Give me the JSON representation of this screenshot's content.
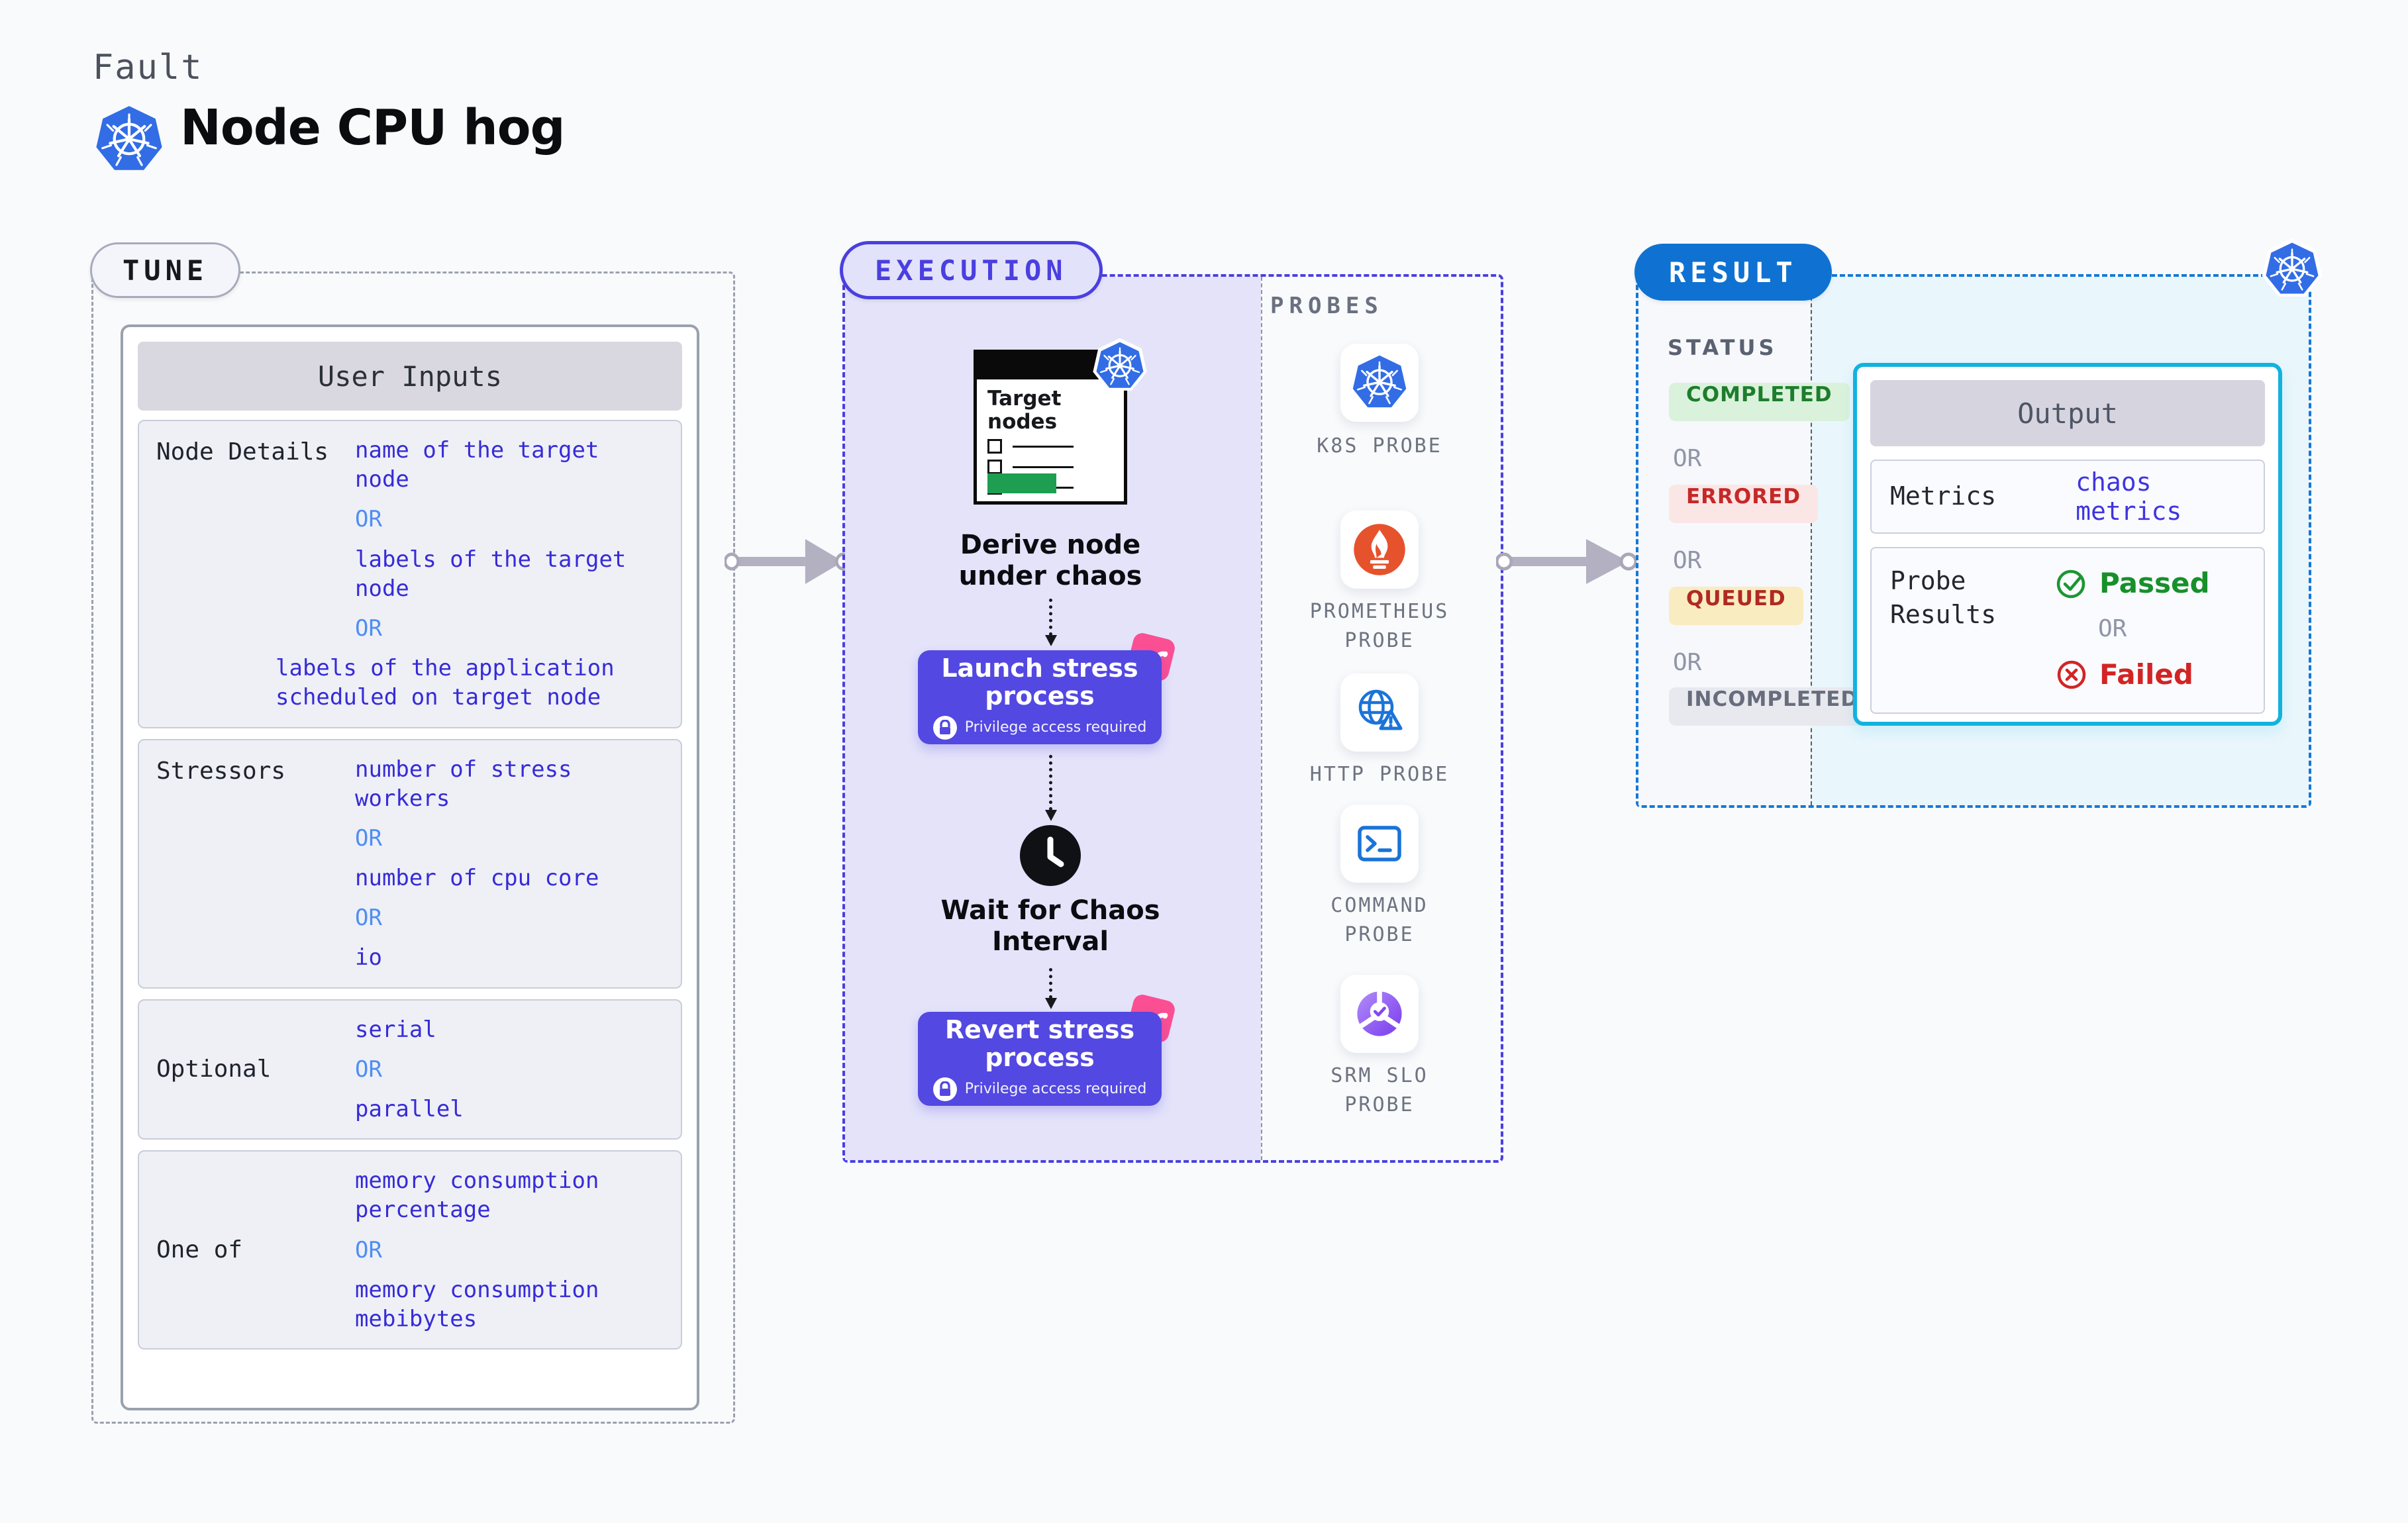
{
  "header": {
    "eyebrow": "Fault",
    "title": "Node CPU hog"
  },
  "tune": {
    "badge": "TUNE",
    "card_title": "User Inputs",
    "rows": [
      {
        "label": "Node Details",
        "values": [
          "name of the target node",
          "OR",
          "labels of the target node",
          "OR",
          "labels of the application scheduled on target node"
        ]
      },
      {
        "label": "Stressors",
        "values": [
          "number of stress workers",
          "OR",
          "number of cpu core",
          "OR",
          "io"
        ]
      },
      {
        "label": "Optional",
        "values": [
          "serial",
          "OR",
          "parallel"
        ]
      },
      {
        "label": "One of",
        "values": [
          "memory consumption percentage",
          "OR",
          "memory consumption mebibytes"
        ]
      }
    ]
  },
  "execution": {
    "badge": "EXECUTION",
    "target_title": "Target nodes",
    "caption_derive": "Derive node under chaos",
    "launch_title": "Launch stress process",
    "privilege": "Privilege access required",
    "wait_caption": "Wait for Chaos Interval",
    "revert_title": "Revert stress process",
    "probes_label": "PROBES",
    "probes": [
      "K8S PROBE",
      "PROMETHEUS PROBE",
      "HTTP PROBE",
      "COMMAND PROBE",
      "SRM SLO PROBE"
    ]
  },
  "result": {
    "badge": "RESULT",
    "status_label": "STATUS",
    "statuses": [
      "COMPLETED",
      "OR",
      "ERRORED",
      "OR",
      "QUEUED",
      "OR",
      "INCOMPLETED"
    ],
    "output": {
      "title": "Output",
      "metrics_label": "Metrics",
      "metrics_value": "chaos metrics",
      "probe_label": "Probe Results",
      "passed": "Passed",
      "or": "OR",
      "failed": "Failed"
    }
  },
  "colors": {
    "kubernetes_blue": "#326de6",
    "execution_indigo": "#4a3fe0",
    "execution_bg": "#e4e3fa",
    "button_indigo": "#5348e1",
    "ribbon_pink": "#fb4f93",
    "result_blue": "#0f72d2",
    "output_border_cyan": "#12b2e0",
    "output_area_bg": "#e9f6fc",
    "value_indigo": "#372bd7",
    "or_blue": "#4f8ef2",
    "completed_green": "#1d7d2c",
    "errored_red": "#c62828",
    "queued_yellow_bg": "#f9ecc0",
    "passed_green": "#17902b",
    "failed_red": "#d32424",
    "prometheus_orange": "#e6522c",
    "target_green_bar": "#1d9e50"
  }
}
